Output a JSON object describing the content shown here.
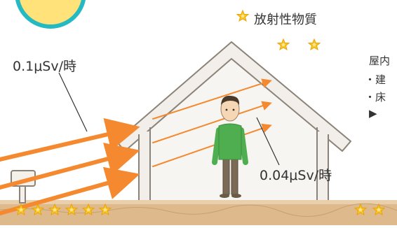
{
  "labels": {
    "outdoor_dose": "0.1μSv/時",
    "indoor_dose": "0.04μSv/時",
    "radioactive_material": "放射性物質"
  },
  "side_text": {
    "title": "屋内",
    "items": [
      "・建",
      "・床",
      "▶"
    ]
  },
  "colors": {
    "arrow": "#f4892f",
    "ground": "#ddb98c",
    "house_line": "#8c8378",
    "house_fill": "#f2efea",
    "person_shirt": "#4fae4f",
    "star": "#f7c72e"
  },
  "icons": [
    "sun-icon",
    "star-icon",
    "arrow-icon",
    "house-icon",
    "person-icon",
    "mailbox-icon"
  ]
}
